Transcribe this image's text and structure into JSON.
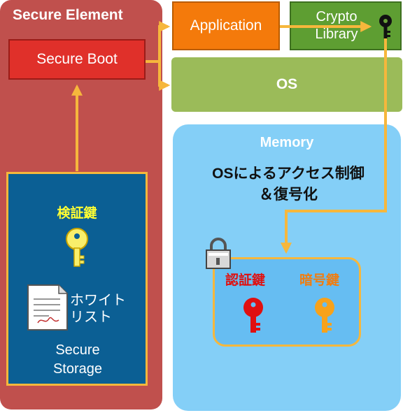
{
  "secure_element": {
    "title": "Secure Element",
    "boot_label": "Secure Boot"
  },
  "storage": {
    "verify_key_label": "検証鍵",
    "whitelist_line1": "ホワイト",
    "whitelist_line2": "リスト",
    "storage_line1": "Secure",
    "storage_line2": "Storage"
  },
  "application": {
    "label": "Application"
  },
  "crypto_library": {
    "line1": "Crypto",
    "line2": "Library"
  },
  "os": {
    "label": "OS"
  },
  "memory": {
    "title": "Memory",
    "access_line1": "OSによるアクセス制御",
    "access_line2": "＆復号化",
    "auth_key_label": "認証鍵",
    "crypt_key_label": "暗号鍵"
  },
  "colors": {
    "secure_element_bg": "#c0504d",
    "secure_boot_bg": "#e0302a",
    "storage_bg": "#0b5f94",
    "application_bg": "#f47a0b",
    "crypto_bg": "#5e9e32",
    "os_bg": "#9bbb59",
    "memory_bg": "#84cff7",
    "arrow": "#f6b73c"
  },
  "icons": [
    "yellow-key-icon",
    "whitelist-document-icon",
    "lock-icon",
    "red-key-icon",
    "orange-key-icon",
    "black-key-icon"
  ]
}
